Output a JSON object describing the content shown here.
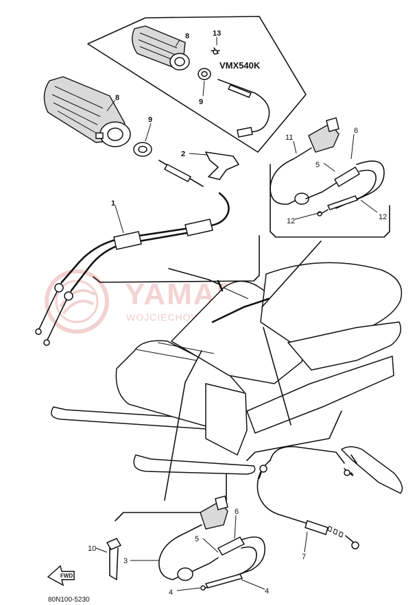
{
  "figure": {
    "model_label": "VMX540K",
    "drawing_code": "80N100-5230",
    "fwd_label": "FWD"
  },
  "watermark": {
    "main": "YAMASKLEP.PL",
    "sub": "WOJCIECHOWSKI • DEALER YAMAHA"
  },
  "callouts": {
    "c1": "1",
    "c2": "2",
    "c3": "3",
    "c4a": "4",
    "c4b": "4",
    "c5a": "5",
    "c5b": "5",
    "c6a": "6",
    "c6b": "6",
    "c7": "7",
    "c8a": "8",
    "c8b": "8",
    "c9a": "9",
    "c9b": "9",
    "c10": "10",
    "c11": "11",
    "c12a": "12",
    "c12b": "12",
    "c13": "13"
  }
}
